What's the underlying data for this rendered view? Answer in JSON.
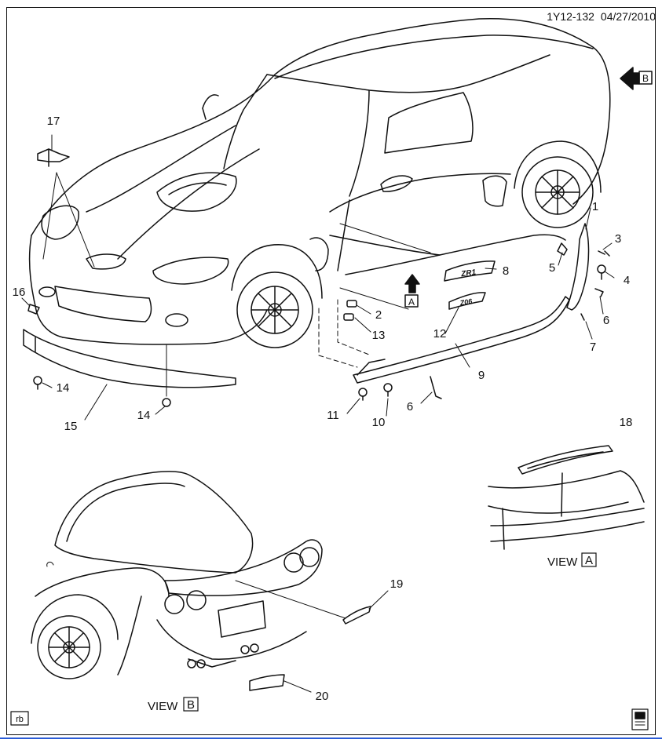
{
  "header": {
    "diagram_id": "1Y12-132",
    "date": "04/27/2010"
  },
  "callouts": [
    "1",
    "2",
    "3",
    "4",
    "5",
    "6",
    "6",
    "7",
    "8",
    "9",
    "10",
    "11",
    "12",
    "13",
    "14",
    "14",
    "15",
    "16",
    "17",
    "18",
    "19",
    "20"
  ],
  "view_markers": {
    "a": "A",
    "b": "B"
  },
  "view_labels": {
    "view_a_text": "VIEW",
    "view_a_box": "A",
    "view_b_text": "VIEW",
    "view_b_box": "B"
  },
  "corner_tag": "rb",
  "badge_text": "ZR1",
  "badge_text_2": "Z06"
}
